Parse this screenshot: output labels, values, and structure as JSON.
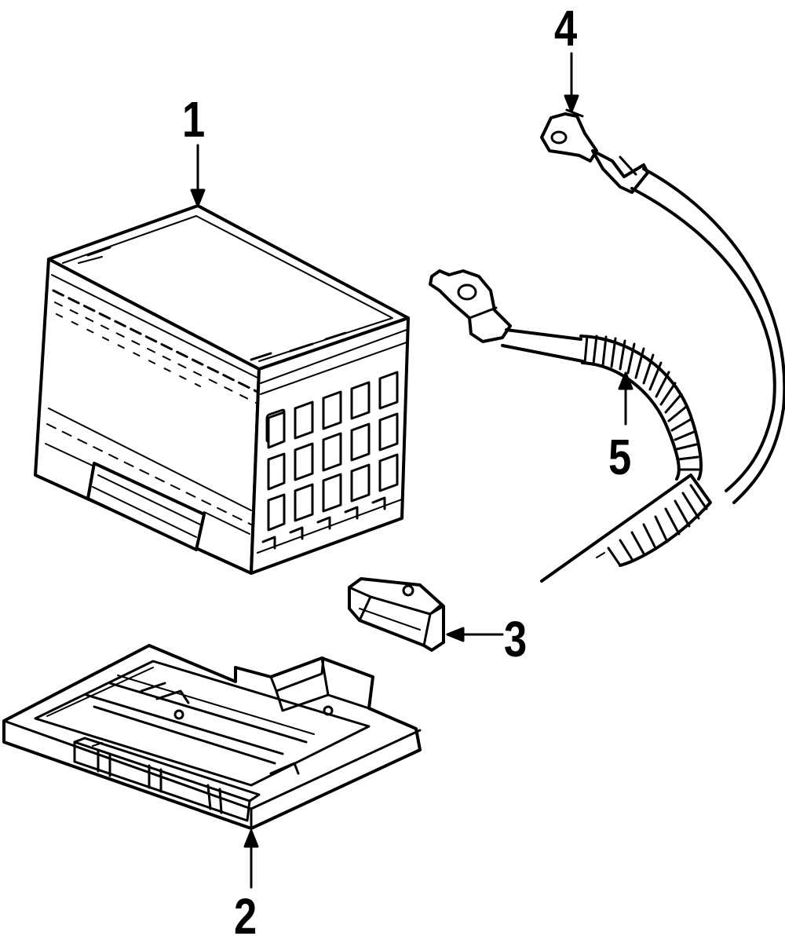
{
  "diagram": {
    "background": "#ffffff",
    "ink": "#000000",
    "callouts": [
      {
        "id": "1",
        "label": "1",
        "part": "battery"
      },
      {
        "id": "2",
        "label": "2",
        "part": "battery-tray"
      },
      {
        "id": "3",
        "label": "3",
        "part": "hold-down-clamp"
      },
      {
        "id": "4",
        "label": "4",
        "part": "positive-cable-terminal"
      },
      {
        "id": "5",
        "label": "5",
        "part": "negative-cable"
      }
    ]
  }
}
